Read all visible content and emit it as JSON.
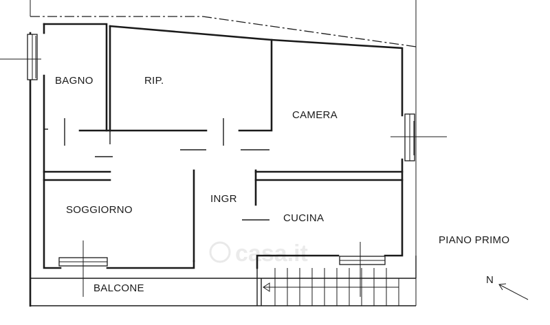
{
  "rooms": {
    "bagno": "BAGNO",
    "ripostiglio": "RIP.",
    "camera": "CAMERA",
    "ingresso": "INGR",
    "soggiorno": "SOGGIORNO",
    "cucina": "CUCINA",
    "balcone": "BALCONE"
  },
  "floor_label": "PIANO PRIMO",
  "compass": {
    "label": "N",
    "icon": "north-arrow-icon"
  },
  "watermark": {
    "text": "casa.it",
    "icon": "watermark-logo"
  }
}
